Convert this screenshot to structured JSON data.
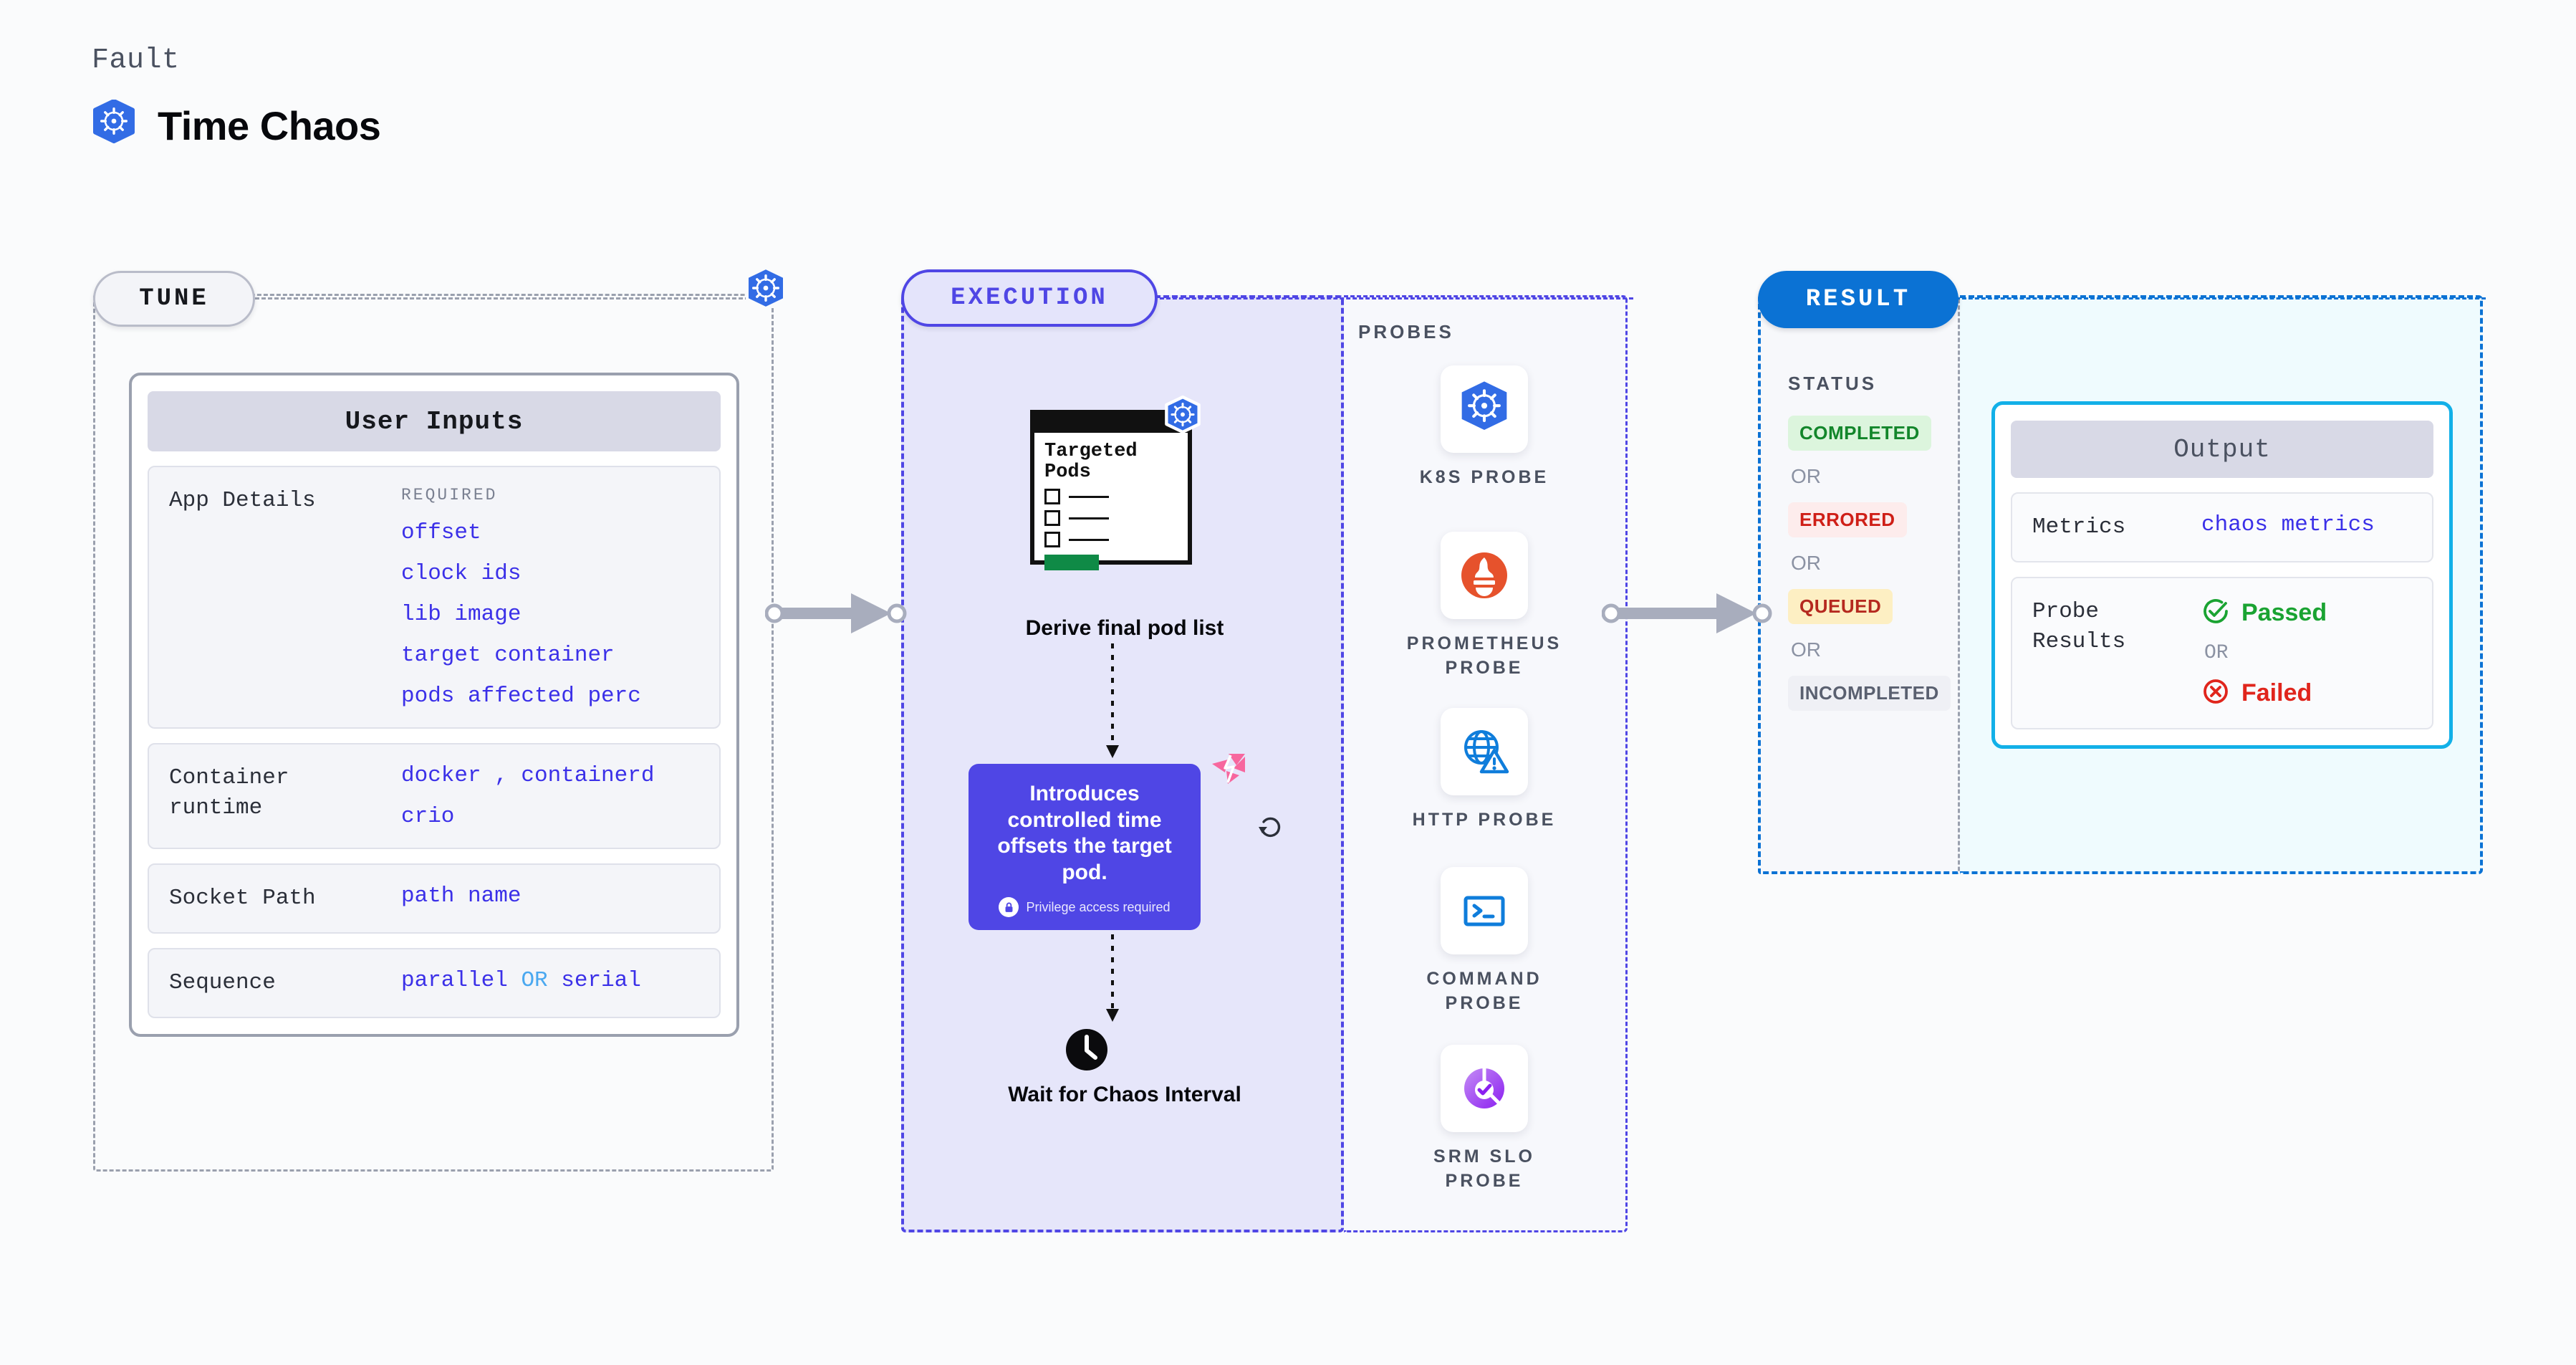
{
  "header": {
    "eyebrow": "Fault",
    "title": "Time Chaos",
    "icon": "kubernetes-icon"
  },
  "tune": {
    "pill_label": "TUNE",
    "badge_icon": "kubernetes-icon",
    "card_title": "User Inputs",
    "rows": [
      {
        "label": "App Details",
        "required_tag": "REQUIRED",
        "values": [
          "offset",
          "clock ids",
          "lib image",
          "target container",
          "pods affected perc"
        ]
      },
      {
        "label": "Container runtime",
        "values": [
          "docker , containerd",
          "crio"
        ]
      },
      {
        "label": "Socket Path",
        "values": [
          "path name"
        ]
      },
      {
        "label": "Sequence",
        "values": [
          "parallel OR serial"
        ],
        "value_parts": [
          "parallel",
          "OR",
          "serial"
        ]
      }
    ]
  },
  "execution": {
    "pill_label": "EXECUTION",
    "pods_card": {
      "title": "Targeted Pods",
      "badge_icon": "kubernetes-icon",
      "checkbox_count": 3
    },
    "derive_label": "Derive final pod list",
    "tooltip": {
      "text": "Introduces controlled time offsets the target pod.",
      "note": "Privilege access required",
      "note_icon": "lock-icon",
      "corner_icon": "chaos-burst-icon",
      "retry_icon": "retry-loop-icon",
      "color": "#4f46e5"
    },
    "wait_label": "Wait for Chaos Interval",
    "wait_icon": "clock-icon"
  },
  "probes": {
    "title": "PROBES",
    "items": [
      {
        "label": "K8S PROBE",
        "icon": "kubernetes-icon"
      },
      {
        "label": "PROMETHEUS PROBE",
        "icon": "prometheus-icon"
      },
      {
        "label": "HTTP PROBE",
        "icon": "globe-warning-icon"
      },
      {
        "label": "COMMAND PROBE",
        "icon": "terminal-icon"
      },
      {
        "label": "SRM SLO PROBE",
        "icon": "srm-slo-donut-icon"
      }
    ]
  },
  "result": {
    "pill_label": "RESULT",
    "status_title": "STATUS",
    "or_label": "OR",
    "statuses": [
      {
        "label": "COMPLETED",
        "bg": "#dcf5dd",
        "fg": "#13862b"
      },
      {
        "label": "ERRORED",
        "bg": "#fdecec",
        "fg": "#cf1f17"
      },
      {
        "label": "QUEUED",
        "bg": "#fdefc3",
        "fg": "#b5291f"
      },
      {
        "label": "INCOMPLETED",
        "bg": "#eff0f5",
        "fg": "#5a6070"
      }
    ],
    "output": {
      "card_title": "Output",
      "metrics_label": "Metrics",
      "metrics_value": "chaos metrics",
      "probe_results_label": "Probe Results",
      "passed_label": "Passed",
      "failed_label": "Failed",
      "or_label": "OR",
      "passed_icon": "check-circle-icon",
      "failed_icon": "x-circle-icon",
      "accent": "#12b0e8"
    }
  }
}
